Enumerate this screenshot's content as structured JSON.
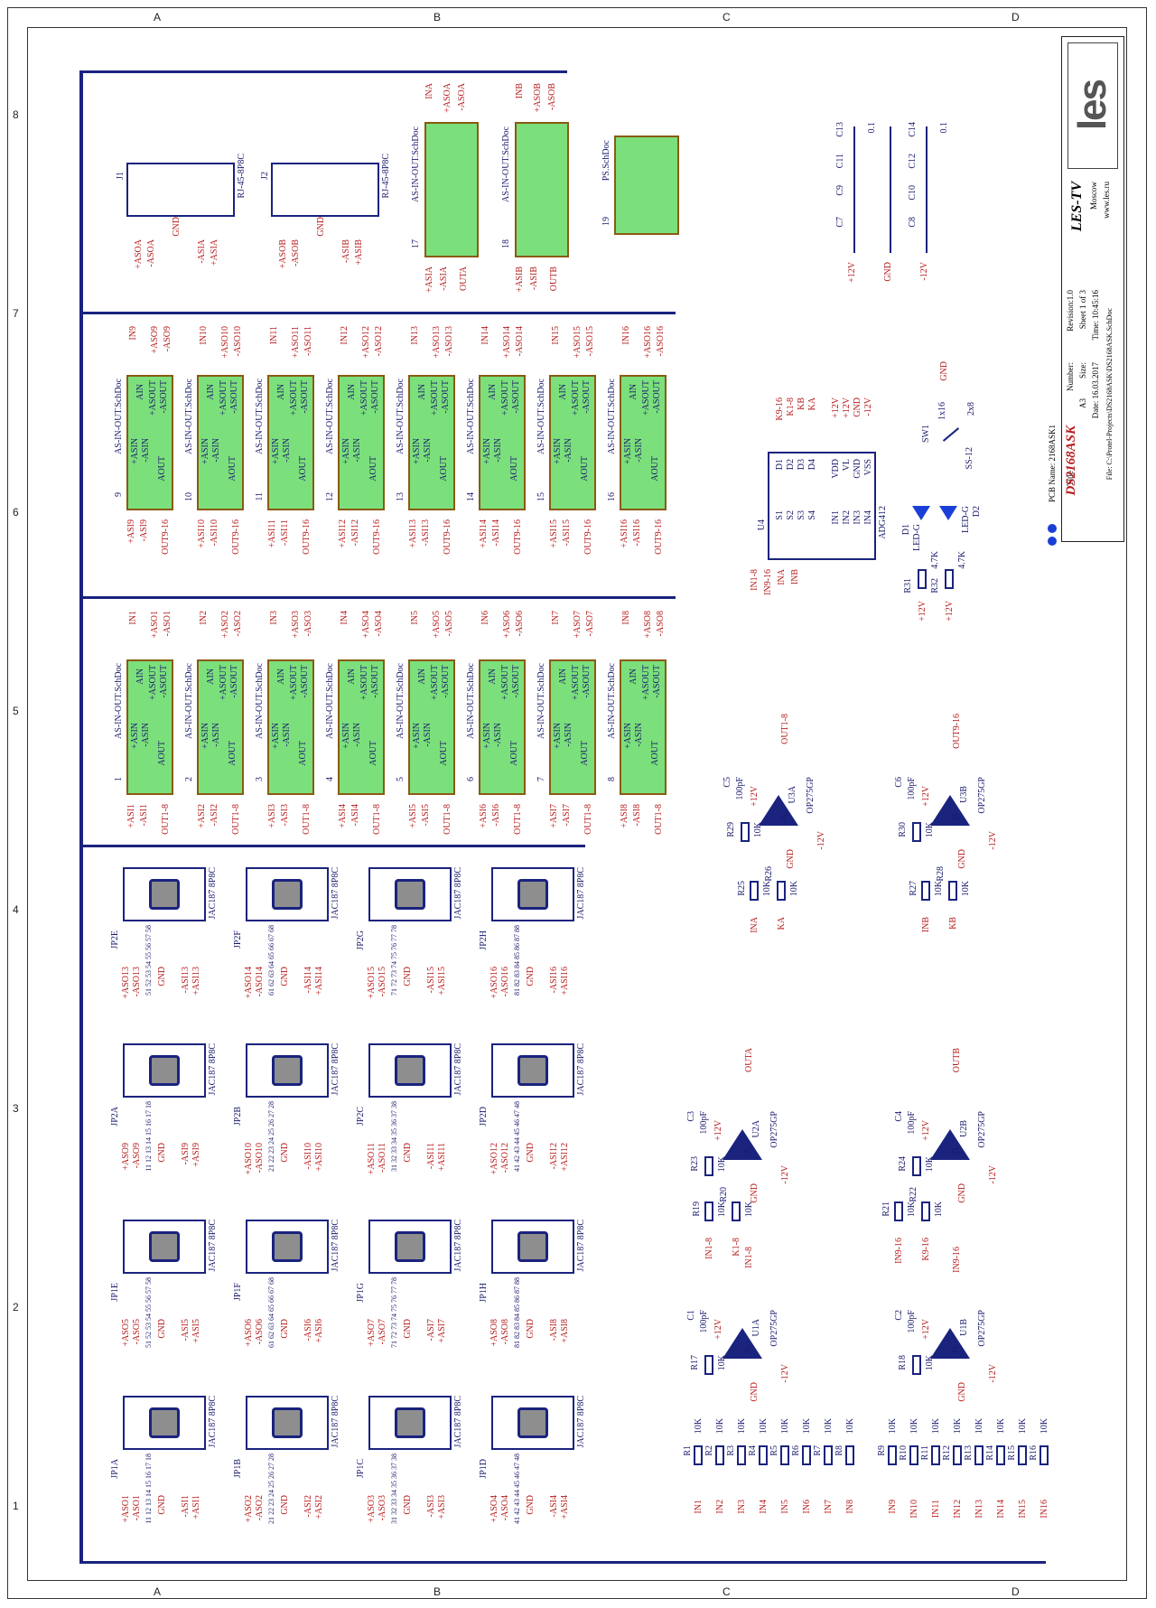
{
  "zones": {
    "top": [
      "A",
      "B",
      "C",
      "D"
    ],
    "side": [
      "1",
      "2",
      "3",
      "4",
      "5",
      "6",
      "7",
      "8"
    ]
  },
  "title_block": {
    "logo": "les",
    "company": "LES-TV",
    "city": "Moscow",
    "web": "www.les.ru",
    "title_label": "Title",
    "title": "DS2168ASK",
    "size_label": "Size:",
    "size": "A3",
    "number_label": "Number:",
    "revision": "Revision:1.0",
    "date": "Date: 16.03.2017",
    "time": "Time: 10:45:16",
    "sheet": "Sheet 1 of 3",
    "file": "File: C:\\Protel-Projects\\DS2168ASK\\DS2168ASK.SchDoc",
    "pcb": "PCB Name: 2168ASK1"
  },
  "inout_blocks_row1": [
    {
      "num": "1",
      "in": "IN1",
      "p": "+ASO1",
      "m": "-ASO1",
      "ip": "+ASI1",
      "im": "-ASI1",
      "out": "OUT1-8"
    },
    {
      "num": "2",
      "in": "IN2",
      "p": "+ASO2",
      "m": "-ASO2",
      "ip": "+ASI2",
      "im": "-ASI2",
      "out": "OUT1-8"
    },
    {
      "num": "3",
      "in": "IN3",
      "p": "+ASO3",
      "m": "-ASO3",
      "ip": "+ASI3",
      "im": "-ASI3",
      "out": "OUT1-8"
    },
    {
      "num": "4",
      "in": "IN4",
      "p": "+ASO4",
      "m": "-ASO4",
      "ip": "+ASI4",
      "im": "-ASI4",
      "out": "OUT1-8"
    },
    {
      "num": "5",
      "in": "IN5",
      "p": "+ASO5",
      "m": "-ASO5",
      "ip": "+ASI5",
      "im": "-ASI5",
      "out": "OUT1-8"
    },
    {
      "num": "6",
      "in": "IN6",
      "p": "+ASO6",
      "m": "-ASO6",
      "ip": "+ASI6",
      "im": "-ASI6",
      "out": "OUT1-8"
    },
    {
      "num": "7",
      "in": "IN7",
      "p": "+ASO7",
      "m": "-ASO7",
      "ip": "+ASI7",
      "im": "-ASI7",
      "out": "OUT1-8"
    },
    {
      "num": "8",
      "in": "IN8",
      "p": "+ASO8",
      "m": "-ASO8",
      "ip": "+ASI8",
      "im": "-ASI8",
      "out": "OUT1-8"
    }
  ],
  "inout_blocks_row2": [
    {
      "num": "9",
      "in": "IN9",
      "p": "+ASO9",
      "m": "-ASO9",
      "ip": "+ASI9",
      "im": "-ASI9",
      "out": "OUT9-16"
    },
    {
      "num": "10",
      "in": "IN10",
      "p": "+ASO10",
      "m": "-ASO10",
      "ip": "+ASI10",
      "im": "-ASI10",
      "out": "OUT9-16"
    },
    {
      "num": "11",
      "in": "IN11",
      "p": "+ASO11",
      "m": "-ASO11",
      "ip": "+ASI11",
      "im": "-ASI11",
      "out": "OUT9-16"
    },
    {
      "num": "12",
      "in": "IN12",
      "p": "+ASO12",
      "m": "-ASO12",
      "ip": "+ASI12",
      "im": "-ASI12",
      "out": "OUT9-16"
    },
    {
      "num": "13",
      "in": "IN13",
      "p": "+ASO13",
      "m": "-ASO13",
      "ip": "+ASI13",
      "im": "-ASI13",
      "out": "OUT9-16"
    },
    {
      "num": "14",
      "in": "IN14",
      "p": "+ASO14",
      "m": "-ASO14",
      "ip": "+ASI14",
      "im": "-ASI14",
      "out": "OUT9-16"
    },
    {
      "num": "15",
      "in": "IN15",
      "p": "+ASO15",
      "m": "-ASO15",
      "ip": "+ASI15",
      "im": "-ASI15",
      "out": "OUT9-16"
    },
    {
      "num": "16",
      "in": "IN16",
      "p": "+ASO16",
      "m": "-ASO16",
      "ip": "+ASI16",
      "im": "-ASI16",
      "out": "OUT9-16"
    }
  ],
  "block_sheet": "AS-IN-OUT.SchDoc",
  "block_pins": {
    "ain": "AIN",
    "asout_p": "+ASOUT",
    "asout_m": "-ASOUT",
    "asin_p": "+ASIN",
    "asin_m": "-ASIN",
    "aout": "AOUT"
  },
  "ab_blocks": [
    {
      "num": "17",
      "in": "INA",
      "p": "+ASOA",
      "m": "-ASOA",
      "ip": "+ASIA",
      "im": "-ASIA",
      "out": "OUTA"
    },
    {
      "num": "18",
      "in": "INB",
      "p": "+ASOB",
      "m": "-ASOB",
      "ip": "+ASIB",
      "im": "-ASIB",
      "out": "OUTB"
    }
  ],
  "ps_block": {
    "num": "19",
    "sheet": "PS.SchDoc"
  },
  "rj45": [
    {
      "ref": "J1",
      "type": "RJ-45-8P8C",
      "a": "+ASOA",
      "b": "-ASOA",
      "c": "-ASIA",
      "d": "+ASIA"
    },
    {
      "ref": "J2",
      "type": "RJ-45-8P8C",
      "a": "+ASOB",
      "b": "-ASOB",
      "c": "-ASIB",
      "d": "+ASIB"
    }
  ],
  "jacks": [
    {
      "ref": "JP1A",
      "pins": "11 12 13 14 15 16 17 18",
      "a": "+ASO1",
      "b": "-ASO1",
      "c": "-ASI1",
      "d": "+ASI1"
    },
    {
      "ref": "JP1B",
      "pins": "21 22 23 24 25 26 27 28",
      "a": "+ASO2",
      "b": "-ASO2",
      "c": "-ASI2",
      "d": "+ASI2"
    },
    {
      "ref": "JP1C",
      "pins": "31 32 33 34 35 36 37 38",
      "a": "+ASO3",
      "b": "-ASO3",
      "c": "-ASI3",
      "d": "+ASI3"
    },
    {
      "ref": "JP1D",
      "pins": "41 42 43 44 45 46 47 48",
      "a": "+ASO4",
      "b": "-ASO4",
      "c": "-ASI4",
      "d": "+ASI4"
    },
    {
      "ref": "JP1E",
      "pins": "51 52 53 54 55 56 57 58",
      "a": "+ASO5",
      "b": "-ASO5",
      "c": "-ASI5",
      "d": "+ASI5"
    },
    {
      "ref": "JP1F",
      "pins": "61 62 63 64 65 66 67 68",
      "a": "+ASO6",
      "b": "-ASO6",
      "c": "-ASI6",
      "d": "+ASI6"
    },
    {
      "ref": "JP1G",
      "pins": "71 72 73 74 75 76 77 78",
      "a": "+ASO7",
      "b": "-ASO7",
      "c": "-ASI7",
      "d": "+ASI7"
    },
    {
      "ref": "JP1H",
      "pins": "81 82 83 84 85 86 87 88",
      "a": "+ASO8",
      "b": "-ASO8",
      "c": "-ASI8",
      "d": "+ASI8"
    },
    {
      "ref": "JP2A",
      "pins": "11 12 13 14 15 16 17 18",
      "a": "+ASO9",
      "b": "-ASO9",
      "c": "-ASI9",
      "d": "+ASI9"
    },
    {
      "ref": "JP2B",
      "pins": "21 22 23 24 25 26 27 28",
      "a": "+ASO10",
      "b": "-ASO10",
      "c": "-ASI10",
      "d": "+ASI10"
    },
    {
      "ref": "JP2C",
      "pins": "31 32 33 34 35 36 37 38",
      "a": "+ASO11",
      "b": "-ASO11",
      "c": "-ASI11",
      "d": "+ASI11"
    },
    {
      "ref": "JP2D",
      "pins": "41 42 43 44 45 46 47 48",
      "a": "+ASO12",
      "b": "-ASO12",
      "c": "-ASI12",
      "d": "+ASI12"
    },
    {
      "ref": "JP2E",
      "pins": "51 52 53 54 55 56 57 58",
      "a": "+ASO13",
      "b": "-ASO13",
      "c": "-ASI13",
      "d": "+ASI13"
    },
    {
      "ref": "JP2F",
      "pins": "61 62 63 64 65 66 67 68",
      "a": "+ASO14",
      "b": "-ASO14",
      "c": "-ASI14",
      "d": "+ASI14"
    },
    {
      "ref": "JP2G",
      "pins": "71 72 73 74 75 76 77 78",
      "a": "+ASO15",
      "b": "-ASO15",
      "c": "-ASI15",
      "d": "+ASI15"
    },
    {
      "ref": "JP2H",
      "pins": "81 82 83 84 85 86 87 88",
      "a": "+ASO16",
      "b": "-ASO16",
      "c": "-ASI16",
      "d": "+ASI16"
    }
  ],
  "jack_type": "JAC187 8P8C",
  "gnd": "GND",
  "p12": "+12V",
  "m12": "-12V",
  "opamp_part": "OP275GP",
  "opamps": [
    {
      "ref": "U1A",
      "unit": "A",
      "cap": "C1",
      "capv": "100pF",
      "res": "R17",
      "resv": "10K",
      "net": "IN1-8"
    },
    {
      "ref": "U1B",
      "unit": "B",
      "cap": "C2",
      "capv": "100pF",
      "res": "R18",
      "resv": "10K",
      "net": "IN9-16"
    },
    {
      "ref": "U2A",
      "unit": "A",
      "cap": "C3",
      "capv": "100pF",
      "res": "R23",
      "resv": "10K",
      "net": "OUTA"
    },
    {
      "ref": "U2B",
      "unit": "B",
      "cap": "C4",
      "capv": "100pF",
      "res": "R24",
      "resv": "10K",
      "net": "OUTB"
    },
    {
      "ref": "U3A",
      "unit": "A",
      "cap": "C5",
      "capv": "100pF",
      "res": "R29",
      "resv": "10K",
      "net": "OUT1-8"
    },
    {
      "ref": "U3B",
      "unit": "B",
      "cap": "C6",
      "capv": "100pF",
      "res": "R30",
      "resv": "10K",
      "net": "OUT9-16"
    }
  ],
  "mix_res": [
    {
      "r1": "R19",
      "r2": "R20",
      "a": "IN1-8",
      "b": "K1-8",
      "v": "10K"
    },
    {
      "r1": "R21",
      "r2": "R22",
      "a": "IN9-16",
      "b": "K9-16",
      "v": "10K"
    },
    {
      "r1": "R25",
      "r2": "R26",
      "a": "INA",
      "b": "KA",
      "v": "10K"
    },
    {
      "r1": "R27",
      "r2": "R28",
      "a": "INB",
      "b": "KB",
      "v": "10K"
    }
  ],
  "bottom_res_a": [
    {
      "ref": "R1",
      "net": "IN1"
    },
    {
      "ref": "R2",
      "net": "IN2"
    },
    {
      "ref": "R3",
      "net": "IN3"
    },
    {
      "ref": "R4",
      "net": "IN4"
    },
    {
      "ref": "R5",
      "net": "IN5"
    },
    {
      "ref": "R6",
      "net": "IN6"
    },
    {
      "ref": "R7",
      "net": "IN7"
    },
    {
      "ref": "R8",
      "net": "IN8"
    }
  ],
  "bottom_res_b": [
    {
      "ref": "R9",
      "net": "IN9"
    },
    {
      "ref": "R10",
      "net": "IN10"
    },
    {
      "ref": "R11",
      "net": "IN11"
    },
    {
      "ref": "R12",
      "net": "IN12"
    },
    {
      "ref": "R13",
      "net": "IN13"
    },
    {
      "ref": "R14",
      "net": "IN14"
    },
    {
      "ref": "R15",
      "net": "IN15"
    },
    {
      "ref": "R16",
      "net": "IN16"
    }
  ],
  "res_value": "10K",
  "u4": {
    "ref": "U4",
    "part": "ADG412",
    "left_pins": [
      "S1",
      "S2",
      "S3",
      "S4"
    ],
    "right_pins": [
      "D1",
      "D2",
      "D3",
      "D4"
    ],
    "in_pins": [
      "IN1",
      "IN2",
      "IN3",
      "IN4"
    ],
    "pwr_pins": [
      "VDD",
      "VL",
      "GND",
      "VSS"
    ],
    "left_nets": [
      "IN1-8",
      "IN9-16",
      "INA",
      "INB"
    ],
    "right_nets": [
      "K9-16",
      "K1-8",
      "KB",
      "KA"
    ],
    "pwr_nets": [
      "+12V",
      "+12V",
      "GND",
      "-12V"
    ]
  },
  "switch": {
    "ref": "SW1",
    "a": "1x16",
    "b": "2x8",
    "gnd": "GND",
    "ss": "SS-12"
  },
  "leds": {
    "d1": "D1",
    "d2": "D2",
    "type": "LED-G",
    "r31": "R31",
    "r32": "R32",
    "rv": "4.7K"
  },
  "caps_ps": [
    "C7",
    "C8",
    "C9",
    "C10",
    "C11",
    "C12",
    "C13",
    "C14"
  ],
  "cap_ps_value": "0.1"
}
